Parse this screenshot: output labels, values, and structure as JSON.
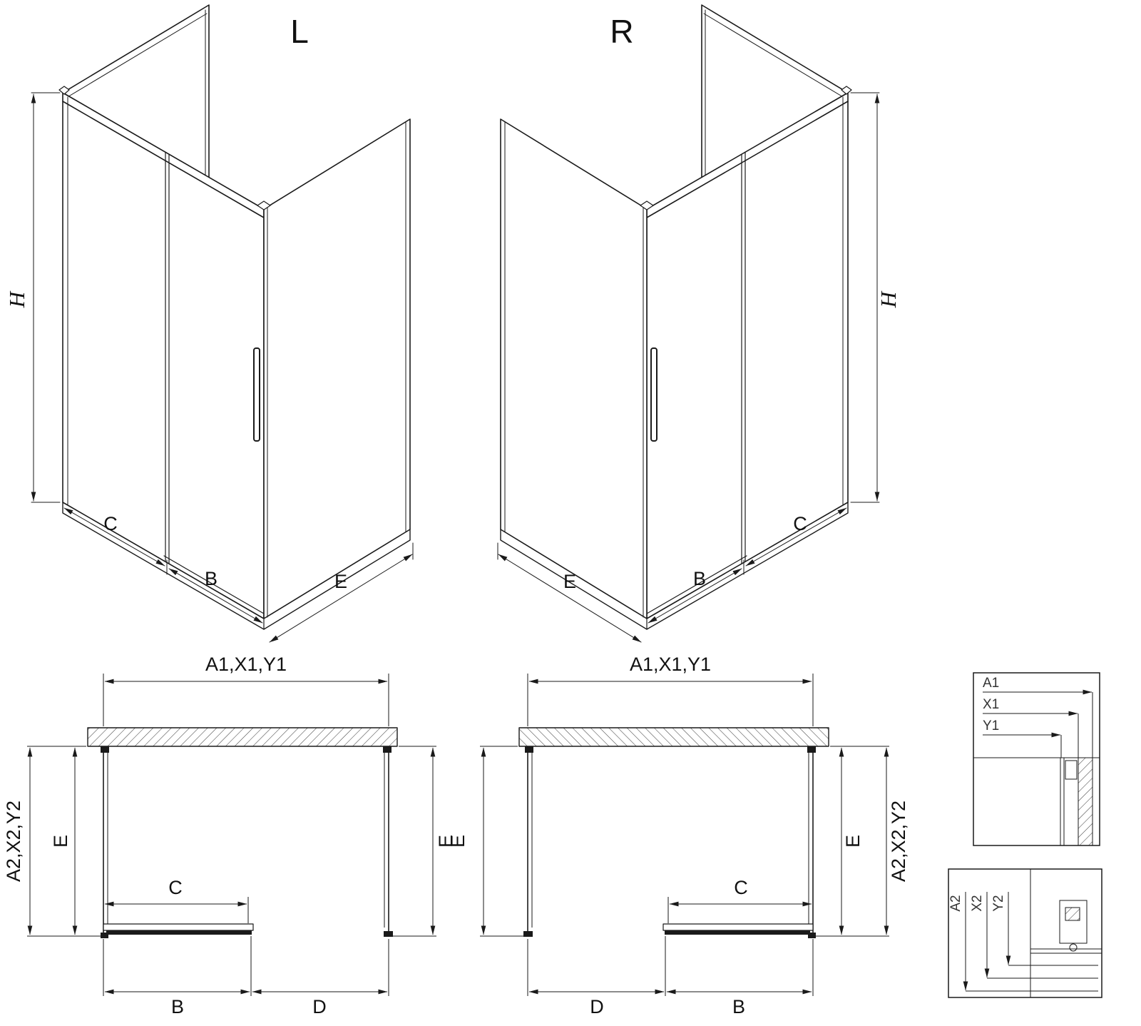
{
  "drawing": {
    "views": {
      "iso_left": {
        "label": "L"
      },
      "iso_right": {
        "label": "R"
      }
    },
    "dims": {
      "h": "H",
      "c": "C",
      "b": "B",
      "e": "E",
      "d": "D",
      "width_top": "A1,X1,Y1",
      "depth_side": "A2,X2,Y2"
    },
    "detail_top": {
      "labels": [
        "A1",
        "X1",
        "Y1"
      ]
    },
    "detail_bottom": {
      "labels": [
        "A2",
        "X2",
        "Y2"
      ]
    },
    "colors": {
      "line": "#1a1a1a",
      "hatch": "#444444",
      "background": "#ffffff"
    }
  }
}
